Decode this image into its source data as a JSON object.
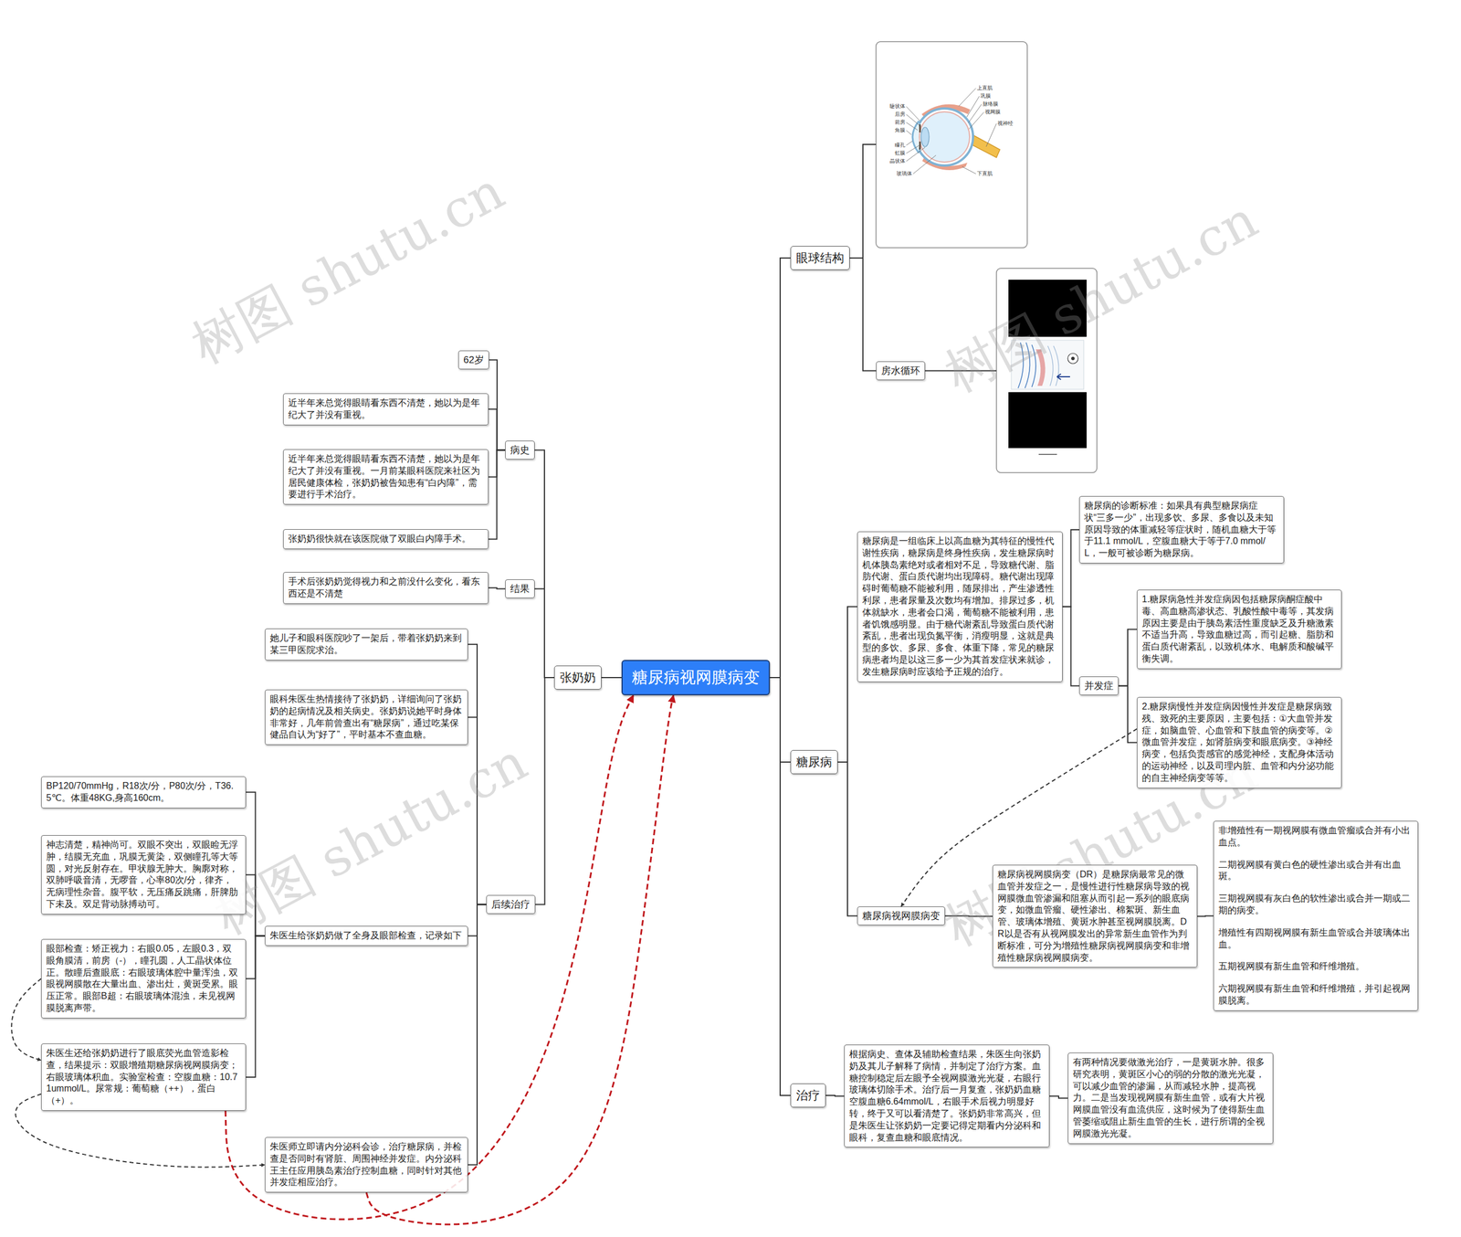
{
  "diagram": {
    "nodes": [
      {
        "text": [
          "糖尿病视网膜病变"
        ]
      },
      {
        "text": [
          "张奶奶"
        ]
      },
      {
        "text": [
          "病史"
        ]
      },
      {
        "text": [
          "62岁"
        ]
      },
      {
        "text": [
          "近半年来总觉得眼睛看东西不清楚，她以为是年纪大了并没有重视。"
        ]
      },
      {
        "text": [
          "近半年来总觉得眼睛看东西不清楚，她以为是年纪大了并没有重视。一月前某眼科医院来社区为居民健康体检，张奶奶被告知患有“白内障”，需要进行手术治疗。"
        ]
      },
      {
        "text": [
          "张奶奶很快就在该医院做了双眼白内障手术。"
        ]
      },
      {
        "text": [
          "结果"
        ]
      },
      {
        "text": [
          "手术后张奶奶觉得视力和之前没什么变化，看东西还是不清楚"
        ]
      },
      {
        "text": [
          "后续治疗"
        ]
      },
      {
        "text": [
          "她儿子和眼科医院吵了一架后，带着张奶奶来到某三甲医院求治。"
        ]
      },
      {
        "text": [
          "眼科朱医生热情接待了张奶奶，详细询问了张奶奶的起病情况及相关病史。张奶奶说她平时身体非常好，几年前曾查出有“糖尿病”，通过吃某保健品自认为“好了”，平时基本不查血糖。"
        ]
      },
      {
        "text": [
          "朱医生给张奶奶做了全身及眼部检查，记录如下"
        ]
      },
      {
        "text": [
          "BP120/70mmHg，R18次/分，P80次/分，T36.5℃。体重48KG,身高160cm。"
        ]
      },
      {
        "text": [
          "神志清楚，精神尚可。双眼不突出，双眼睑无浮肿，结膜无充血，巩膜无黄染，双侧瞳孔等大等圆，对光反射存在。甲状腺无肿大。胸廓对称，双肺呼吸音清，无啰音，心率80次/分，律齐，无病理性杂音。腹平软，无压痛反跳痛，肝脾肋下未及。双足背动脉搏动可。"
        ]
      },
      {
        "text": [
          "眼部检查：矫正视力：右眼0.05，左眼0.3，双眼角膜清，前房（-），瞳孔圆，人工晶状体位正。散瞳后查眼底：右眼玻璃体腔中量浑浊，双眼视网膜散在大量出血、渗出灶，黄斑受累。眼压正常。眼部B超：右眼玻璃体混浊，未见视网膜脱离声带。"
        ]
      },
      {
        "text": [
          "朱医生还给张奶奶进行了眼底荧光血管造影检查，结果提示：双眼增殖期糖尿病视网膜病变；右眼玻璃体积血。实验室检查：空腹血糖：10.71ummol/L。尿常规：葡萄糖（++），蛋白（+）。"
        ]
      },
      {
        "text": [
          "朱医师立即请内分泌科会诊，治疗糖尿病，并检查是否同时有肾脏、周围神经并发症。内分泌科王主任应用胰岛素治疗控制血糖，同时针对其他并发症相应治疗。"
        ]
      },
      {
        "text": [
          "眼球结构"
        ]
      },
      {
        "text": [
          "房水循环"
        ]
      },
      {
        "text": [
          "糖尿病"
        ]
      },
      {
        "text": [
          "糖尿病是一组临床上以高血糖为其特征的慢性代谢性疾病，糖尿病是终身性疾病，发生糖尿病时机体胰岛素绝对或者相对不足，导致糖代谢、脂肪代谢、蛋白质代谢均出现障碍。糖代谢出现障碍时葡萄糖不能被利用，随尿排出，产生渗透性利尿，患者尿量及次数均有增加。排尿过多，机体就缺水，患者会口渴，葡萄糖不能被利用，患者饥饿感明显。由于糖代谢紊乱导致蛋白质代谢紊乱，患者出现负氮平衡，消瘦明显，这就是典型的多饮、多尿、多食、体重下降，常见的糖尿病患者均是以这三多一少为其首发症状来就诊，发生糖尿病时应该给予正规的治疗。"
        ]
      },
      {
        "text": [
          "糖尿病的诊断标准：如果具有典型糖尿病症状“三多一少”，出现多饮、多尿、多食以及未知原因导致的体重减轻等症状时，随机血糖大于等于11.1 mmol/L，空腹血糖大于等于7.0 mmol/L，一般可被诊断为糖尿病。"
        ]
      },
      {
        "text": [
          "并发症"
        ]
      },
      {
        "text": [
          "1.糖尿病急性并发症病因包括糖尿病酮症酸中毒、高血糖高渗状态、乳酸性酸中毒等，其发病原因主要是由于胰岛素活性重度缺乏及升糖激素不适当升高，导致血糖过高，而引起糖、脂肪和蛋白质代谢紊乱，以致机体水、电解质和酸碱平衡失调。"
        ]
      },
      {
        "text": [
          "2.糖尿病慢性并发症病因慢性并发症是糖尿病致残、致死的主要原因，主要包括：①大血管并发症，如脑血管、心血管和下肢血管的病变等。②微血管并发症，如肾脏病变和眼底病变。③神经病变，包括负责感官的感觉神经，支配身体活动的运动神经，以及司理内脏、血管和内分泌功能的自主神经病变等等。"
        ]
      },
      {
        "text": [
          "糖尿病视网膜病变"
        ]
      },
      {
        "text": [
          "糖尿病视网膜病变（DR）是糖尿病最常见的微血管并发症之一，是慢性进行性糖尿病导致的视网膜微血管渗漏和阻塞从而引起一系列的眼底病变，如微血管瘤、硬性渗出、棉絮斑、新生血管、玻璃体增殖、黄斑水肿甚至视网膜脱离。DR以是否有从视网膜发出的异常新生血管作为判断标准，可分为增殖性糖尿病视网膜病变和非增殖性糖尿病视网膜病变。"
        ]
      },
      {
        "text": [
          "非增殖性有一期视网膜有微血管瘤或合并有小出血点。",
          "二期视网膜有黄白色的硬性渗出或合并有出血斑。",
          "三期视网膜有灰白色的软性渗出或合并一期或二期的病变。",
          "增殖性有四期视网膜有新生血管或合并玻璃体出血。",
          "五期视网膜有新生血管和纤维增殖。",
          "六期视网膜有新生血管和纤维增殖，并引起视网膜脱离。"
        ]
      },
      {
        "text": [
          "治疗"
        ]
      },
      {
        "text": [
          "根据病史、查体及辅助检查结果，朱医生向张奶奶及其儿子解释了病情，并制定了治疗方案。血糖控制稳定后左眼予全视网膜激光光凝，右眼行玻璃体切除手术。治疗后一月复查，张奶奶血糖空腹血糖6.64mmol/L，右眼手术后视力明显好转，终于又可以看清楚了。张奶奶非常高兴，但是朱医生让张奶奶一定要记得定期看内分泌科和眼科，复查血糖和眼底情况。"
        ]
      },
      {
        "text": [
          "有两种情况要做激光治疗，一是黄斑水肿。很多研究表明，黄斑区小心的弱的分散的激光光凝，可以减少血管的渗漏，从而减轻水肿，提高视力。二是当发现视网膜有新生血管，或有大片视网膜血管没有血流供应，这时候为了使得新生血管萎缩或阻止新生血管的生长，进行所谓的全视网膜激光光凝。"
        ]
      }
    ],
    "edges": [
      {
        "from": 0,
        "to": 1,
        "arrow": "none"
      },
      {
        "from": 1,
        "to": 2,
        "arrow": "none"
      },
      {
        "from": 2,
        "to": 3,
        "arrow": "none"
      },
      {
        "from": 2,
        "to": 4,
        "arrow": "none"
      },
      {
        "from": 2,
        "to": 5,
        "arrow": "none"
      },
      {
        "from": 2,
        "to": 6,
        "arrow": "none"
      },
      {
        "from": 1,
        "to": 7,
        "arrow": "none"
      },
      {
        "from": 7,
        "to": 8,
        "arrow": "none"
      },
      {
        "from": 1,
        "to": 9,
        "arrow": "none"
      },
      {
        "from": 9,
        "to": 10,
        "arrow": "none"
      },
      {
        "from": 9,
        "to": 11,
        "arrow": "none"
      },
      {
        "from": 9,
        "to": 12,
        "arrow": "none"
      },
      {
        "from": 12,
        "to": 13,
        "arrow": "none"
      },
      {
        "from": 12,
        "to": 14,
        "arrow": "none"
      },
      {
        "from": 12,
        "to": 15,
        "arrow": "none"
      },
      {
        "from": 12,
        "to": 16,
        "arrow": "none"
      },
      {
        "from": 9,
        "to": 17,
        "arrow": "none"
      },
      {
        "from": 0,
        "to": 18,
        "arrow": "none"
      },
      {
        "from": 18,
        "to": 19,
        "arrow": "none"
      },
      {
        "from": 0,
        "to": 20,
        "arrow": "none"
      },
      {
        "from": 20,
        "to": 21,
        "arrow": "none"
      },
      {
        "from": 21,
        "to": 22,
        "arrow": "none"
      },
      {
        "from": 21,
        "to": 23,
        "arrow": "none"
      },
      {
        "from": 23,
        "to": 24,
        "arrow": "none"
      },
      {
        "from": 23,
        "to": 25,
        "arrow": "none"
      },
      {
        "from": 20,
        "to": 26,
        "arrow": "none"
      },
      {
        "from": 26,
        "to": 27,
        "arrow": "none"
      },
      {
        "from": 27,
        "to": 28,
        "arrow": "none"
      },
      {
        "from": 0,
        "to": 29,
        "arrow": "none"
      },
      {
        "from": 29,
        "to": 30,
        "arrow": "none"
      },
      {
        "from": 30,
        "to": 31,
        "arrow": "none"
      },
      {
        "from": 25,
        "to": 26,
        "arrow": "to"
      },
      {
        "from": 15,
        "to": 16,
        "arrow": "to"
      },
      {
        "from": 16,
        "to": 17,
        "arrow": "to"
      },
      {
        "from": 16,
        "to": 0,
        "arrow": "to"
      },
      {
        "from": 17,
        "to": 0,
        "arrow": "to"
      }
    ],
    "labels": [
      "上直肌",
      "巩膜",
      "脉络膜",
      "视网膜",
      "视神经",
      "下直肌",
      "睫状体",
      "后房",
      "前房",
      "角膜",
      "瞳孔",
      "虹膜",
      "晶状体",
      "玻璃体",
      "树图 shutu.cn",
      "树图 shutu.cn",
      "树图 shutu.cn",
      "树图 shutu.cn"
    ]
  }
}
